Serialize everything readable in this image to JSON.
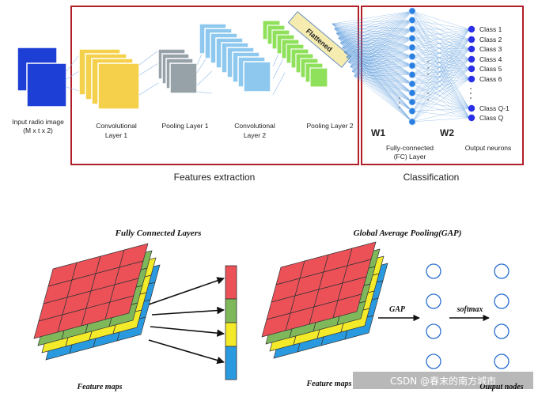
{
  "top": {
    "input_label_line1": "Input radio image",
    "input_label_line2": "(M x t x 2)",
    "conv1_line1": "Convolutional",
    "conv1_line2": "Layer 1",
    "pool1": "Pooling Layer 1",
    "conv2_line1": "Convolutional",
    "conv2_line2": "Layer 2",
    "pool2": "Pooling Layer 2",
    "flattened": "Flattened",
    "features_extraction": "Features extraction",
    "classification": "Classification",
    "w1": "W1",
    "w2": "W2",
    "fc_line1": "Fully-connected",
    "fc_line2": "(FC) Layer",
    "output_neurons": "Output neurons",
    "classes": [
      "Class 1",
      "Class 2",
      "Class 3",
      "Class 4",
      "Class 5",
      "Class 6"
    ],
    "classes_bottom": [
      "Class Q-1",
      "Class Q"
    ],
    "colors": {
      "frame": "#b01e2a",
      "input": "#1e3fd6",
      "conv1": "#f5d04b",
      "pool1": "#97a2a8",
      "conv2": "#8ec8ef",
      "pool2": "#8fe05a",
      "flatten": "#f6ecb0",
      "neuron": "#2a7fe0",
      "output": "#2a2fe8",
      "link": "#4a90d9"
    }
  },
  "bottom": {
    "fc_title": "Fully Connected Layers",
    "gap_title": "Global Average Pooling(GAP)",
    "feature_maps_left": "Feature maps",
    "feature_maps_right": "Feature maps",
    "gap_label": "GAP",
    "softmax_label": "softmax",
    "output_nodes": "Output nodes",
    "colors": {
      "red": "#ec5158",
      "green": "#7fb85a",
      "yellow": "#f3ea2a",
      "blue": "#2a9ae0",
      "node": "#2a6fd0"
    }
  },
  "watermark": "CSDN @春末的南方城市"
}
